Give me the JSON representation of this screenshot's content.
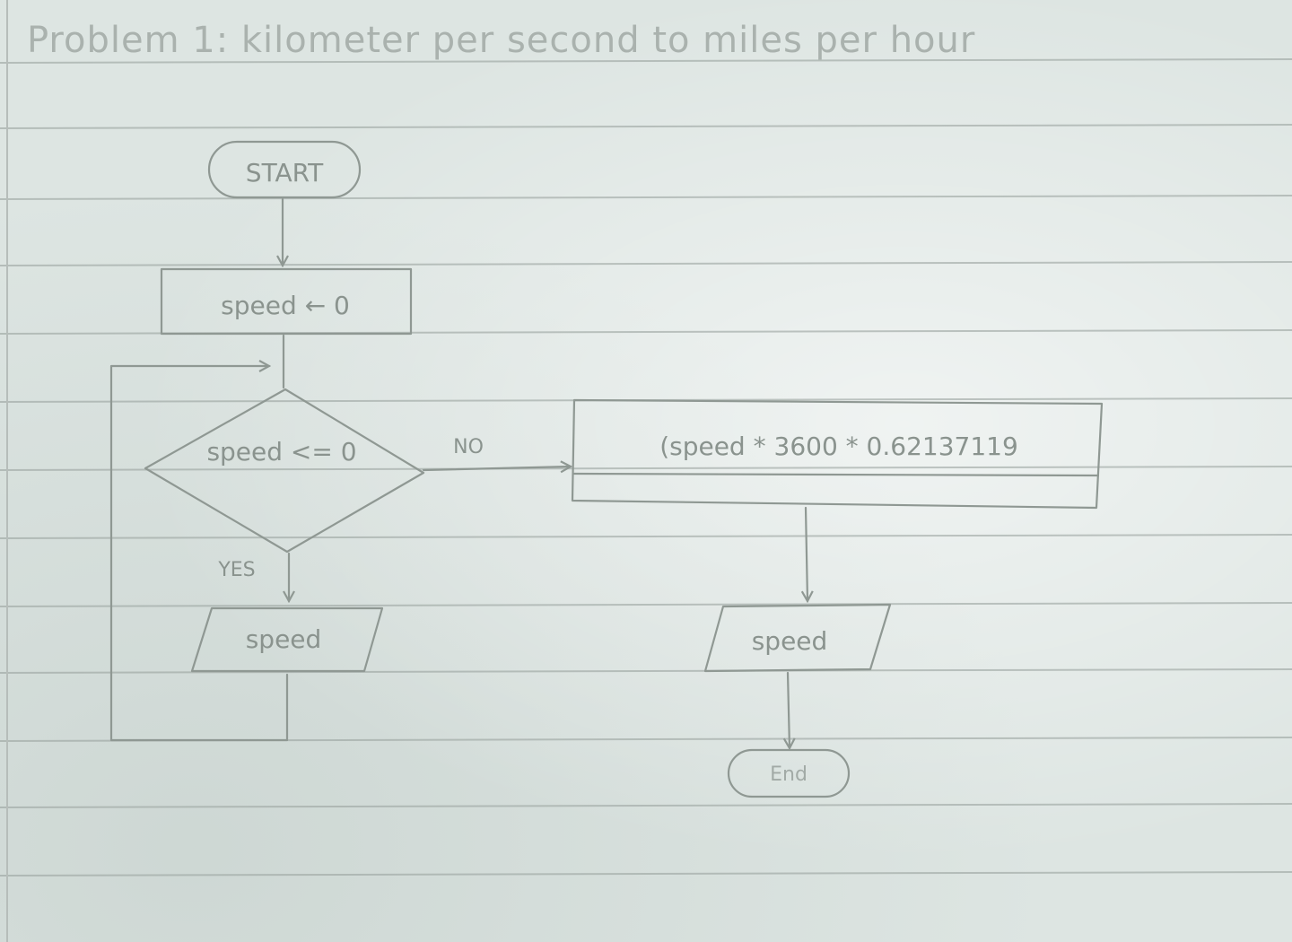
{
  "title": "Problem 1: kilometer per second to miles per hour",
  "nodes": {
    "start": "START",
    "init": "speed ← 0",
    "decision": "speed <= 0",
    "calc": "(speed * 3600 * 0.62137119",
    "output_yes": "speed",
    "output_no": "speed",
    "end": "End"
  },
  "edges": {
    "no_label": "NO",
    "yes_label": "YES"
  },
  "colors": {
    "paper": "#dde5e2",
    "rule_line": "#9aa39f",
    "pencil": "#8f9893"
  }
}
